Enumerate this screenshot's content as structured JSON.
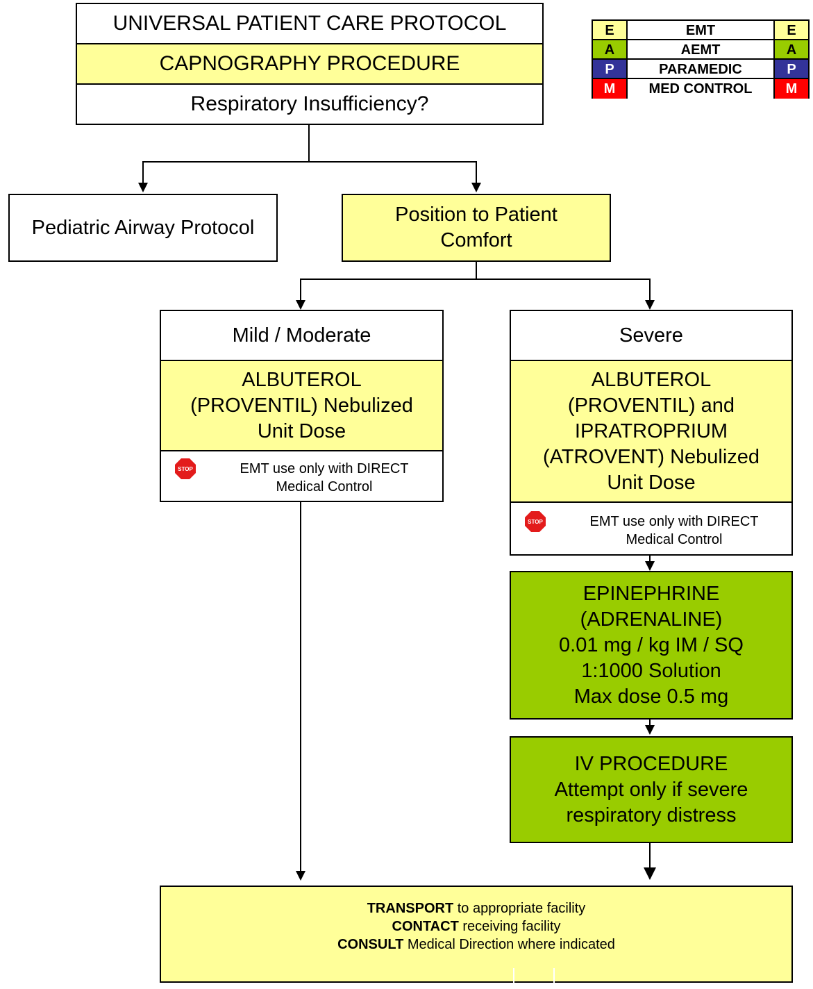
{
  "header": {
    "protocol_title": "UNIVERSAL PATIENT CARE PROTOCOL",
    "procedure": "CAPNOGRAPHY PROCEDURE",
    "question": "Respiratory Insufficiency?"
  },
  "legend": [
    {
      "code": "E",
      "name": "EMT",
      "color": "#ffff99"
    },
    {
      "code": "A",
      "name": "AEMT",
      "color": "#99cc00"
    },
    {
      "code": "P",
      "name": "PARAMEDIC",
      "color": "#333399"
    },
    {
      "code": "M",
      "name": "MED CONTROL",
      "color": "#ff0000"
    }
  ],
  "branches": {
    "pediatric_airway": "Pediatric Airway Protocol",
    "position": "Position to Patient Comfort"
  },
  "mild": {
    "label": "Mild / Moderate",
    "drug": "ALBUTEROL (PROVENTIL) Nebulized Unit Dose",
    "stop_icon": "STOP",
    "note": "EMT use only with DIRECT Medical Control"
  },
  "severe": {
    "label": "Severe",
    "drug": "ALBUTEROL (PROVENTIL) and IPRATROPRIUM (ATROVENT) Nebulized Unit Dose",
    "stop_icon": "STOP",
    "note": "EMT use only with DIRECT Medical Control"
  },
  "epinephrine": {
    "line1": "EPINEPHRINE",
    "line2": "(ADRENALINE)",
    "line3": "0.01 mg / kg IM / SQ",
    "line4": "1:1000 Solution",
    "line5": "Max dose 0.5 mg"
  },
  "iv": {
    "line1": "IV PROCEDURE",
    "line2": "Attempt only if severe",
    "line3": "respiratory distress"
  },
  "final": {
    "transport_bold": "TRANSPORT",
    "transport_rest": " to appropriate facility",
    "contact_bold": "CONTACT",
    "contact_rest": " receiving facility",
    "consult_bold": "CONSULT",
    "consult_rest": " Medical Direction where indicated"
  }
}
